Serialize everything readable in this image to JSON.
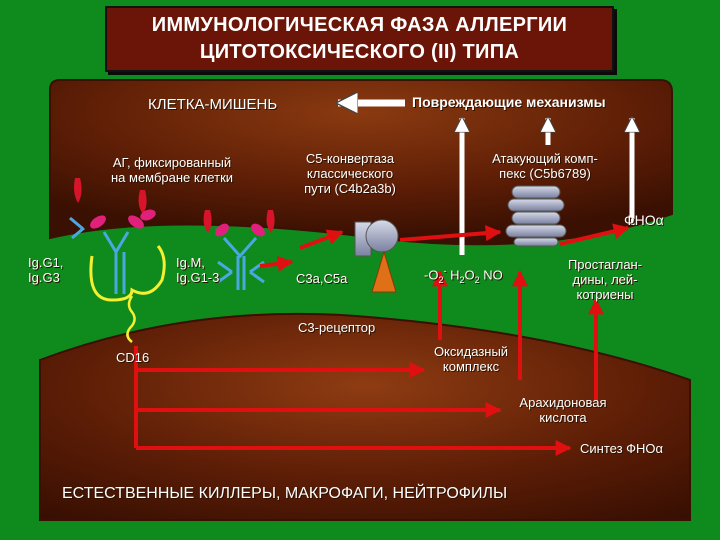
{
  "title": {
    "line1": "ИММУНОЛОГИЧЕСКАЯ ФАЗА АЛЛЕРГИИ",
    "line2": "ЦИТОТОКСИЧЕСКОГО (II) ТИПА"
  },
  "target_cell": {
    "label": "КЛЕТКА-МИШЕНЬ",
    "damaging_mechanisms": "Повреждающие механизмы",
    "antigen_label": "АГ, фиксированный\nна мембране клетки",
    "c5_convertase": "С5-конвертаза\nклассического\nпути (С4b2a3b)",
    "attack_complex": "Атакующий комп-\nпекс (С5b6789)",
    "tnf": "ФНОα"
  },
  "antibodies": {
    "igg1_igg3": "Ig.G1,\nIg.G3",
    "igm_igg13": "Ig.M,\nIg.G1-3"
  },
  "mediators": {
    "c3a_c5a": "С3а,С5а",
    "c3_receptor": "С3-рецептор",
    "cd16": "CD16",
    "ros_prefix": "-О",
    "ros_o2_sub": "2",
    "ros_o2_sup": "-",
    "ros_h2o2": "Н",
    "ros_h2_sub": "2",
    "ros_o": "О",
    "ros_o2b_sub": "2",
    "ros_no": "NO",
    "prostaglandins": "Простаглан-\nдины, лей-\nкотриены",
    "oxidase": "Оксидазный\nкомплекс",
    "arachidonic": "Арахидоновая\nкислота",
    "tnf_synthesis": "Синтез ФНОα"
  },
  "effector_cells": {
    "label": "ЕСТЕСТВЕННЫЕ КИЛЛЕРЫ, МАКРОФАГИ, НЕЙТРОФИЛЫ"
  },
  "colors": {
    "background": "#0f8a1c",
    "cell_fill": "#5e1e06",
    "cell_light": "#9a4a18",
    "arrow_red": "#e01010",
    "arrow_white": "#ffffff",
    "antigen": "#d8142a",
    "antibody_blue": "#4aa8e0",
    "antibody_pink": "#e0207a",
    "igg_yellow": "#f4ef30",
    "complement_grey": "#9aa0b8",
    "cone_orange": "#e07018",
    "title_box": "#6b1508"
  }
}
